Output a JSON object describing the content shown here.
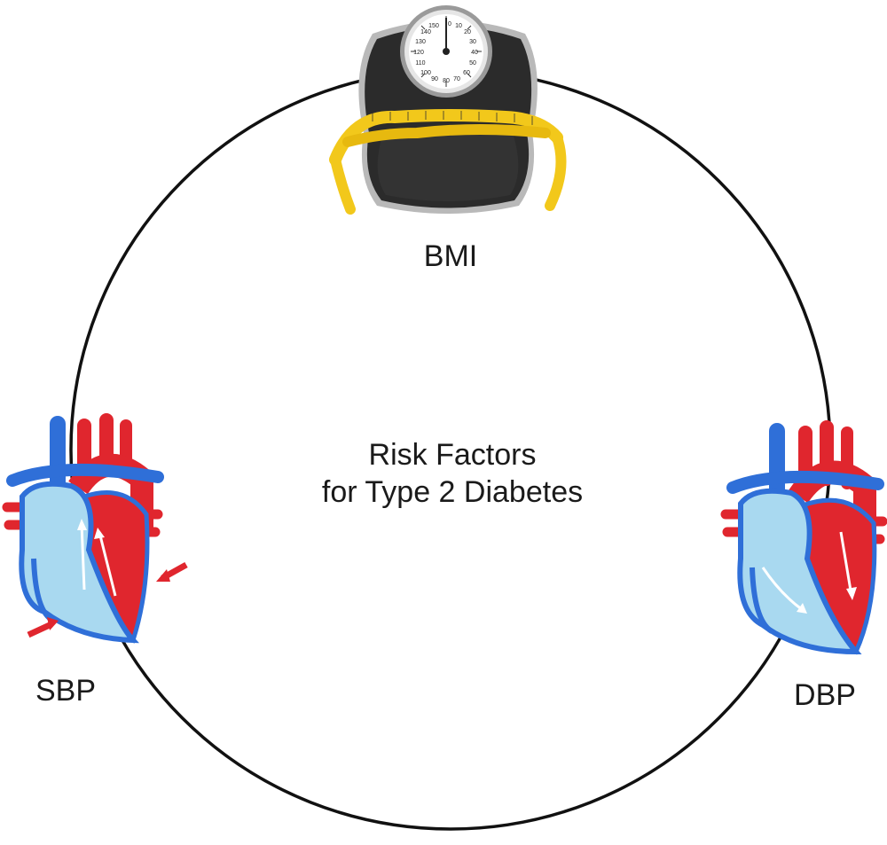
{
  "center": {
    "line1": "Risk Factors",
    "line2": "for Type 2 Diabetes"
  },
  "nodes": {
    "top": {
      "label": "BMI",
      "icon": "bathroom-scale-with-tape-measure-icon"
    },
    "left": {
      "label": "SBP",
      "icon": "heart-systole-icon"
    },
    "right": {
      "label": "DBP",
      "icon": "heart-diastole-icon"
    }
  },
  "scale": {
    "dial_numbers": [
      "150",
      "0",
      "10",
      "20",
      "30",
      "40",
      "50",
      "60",
      "70",
      "80",
      "90",
      "100",
      "110",
      "120",
      "130",
      "140"
    ]
  },
  "colors": {
    "circle": "#111111",
    "artery_red": "#e0262e",
    "vein_blue": "#2f6fd8",
    "chamber_light_blue": "#a9d9f0",
    "tape_yellow": "#f2c81b",
    "scale_body": "#2b2b2b"
  }
}
